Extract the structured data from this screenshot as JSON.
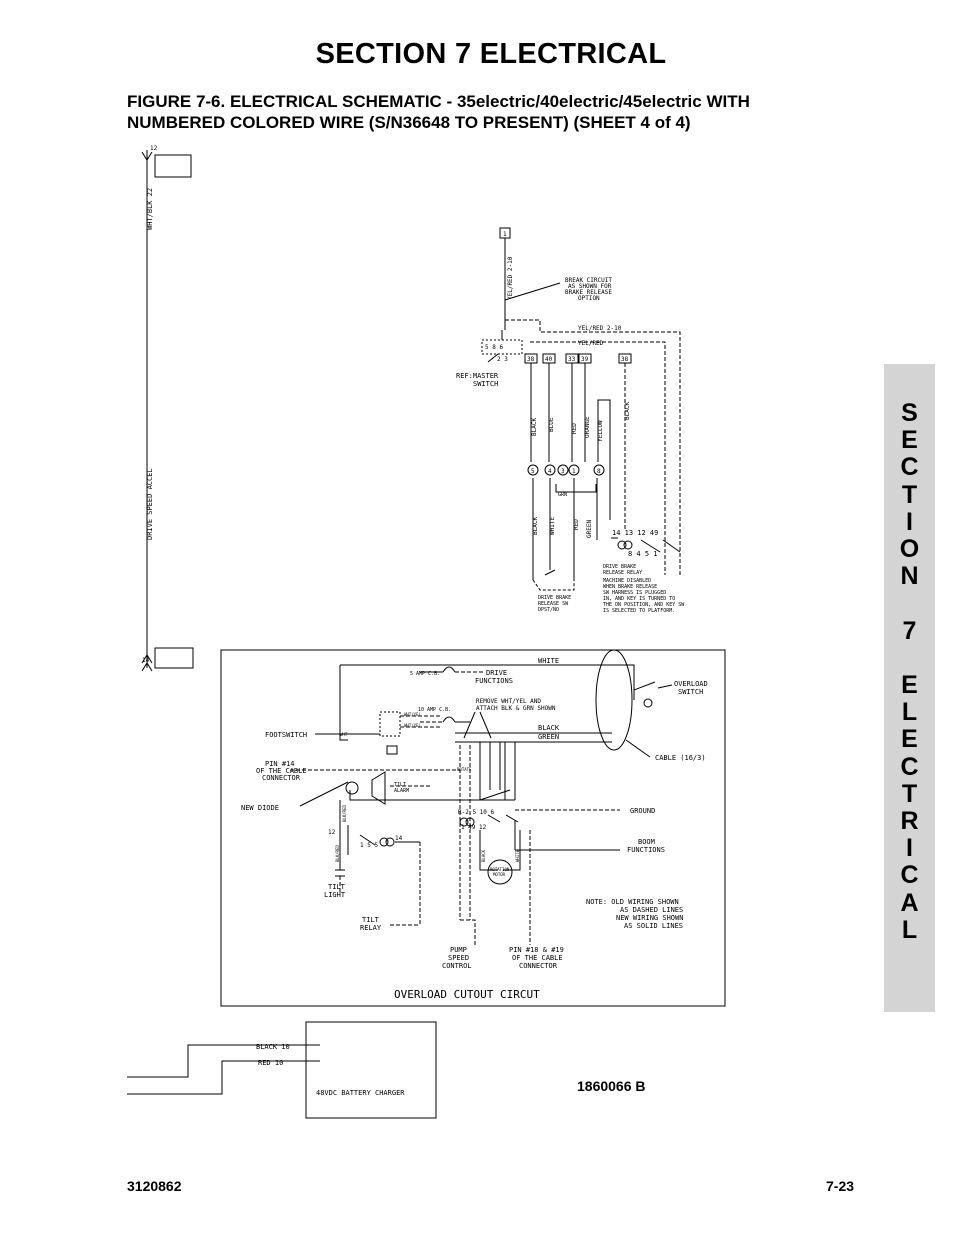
{
  "page": {
    "section_title": "SECTION 7  ELECTRICAL",
    "figure_line1": "FIGURE 7-6.    ELECTRICAL SCHEMATIC - 35electric/40electric/45electric WITH",
    "figure_line2": "NUMBERED COLORED WIRE (S/N36648 TO PRESENT) (SHEET 4 of 4)",
    "tab_letters": [
      "S",
      "E",
      "C",
      "T",
      "I",
      "O",
      "N",
      " ",
      "7",
      " ",
      "E",
      "L",
      "E",
      "C",
      "T",
      "R",
      "I",
      "C",
      "A",
      "L"
    ],
    "drawing_number": "1860066 B",
    "footer_left": "3120862",
    "footer_right": "7-23"
  },
  "schematic": {
    "left_bus": {
      "top_wire": "WHT/BLK 22",
      "top_pin": "12",
      "mid_wire": "DRIVE SPEED ACCEL",
      "bottom_pin": "14"
    },
    "brake": {
      "box": "1",
      "wire": "YEL/RED 2-10",
      "break_note": [
        "BREAK CIRCUIT",
        "AS SHOWN FOR",
        "BRAKE RELEASE",
        "OPTION"
      ],
      "yel_red_210": "YEL/RED 2-10",
      "yel_red": "YEL/RED",
      "terminals": [
        "38",
        "40",
        "33",
        "39",
        "38"
      ],
      "switch_pins_top": "5 8 6",
      "switch_pins_bot": "2 3",
      "ref": [
        "REF:MASTER",
        "SWITCH"
      ],
      "upper_colors": [
        "BLACK",
        "BLUE",
        "RED",
        "ORANGE",
        "YELLOW",
        "BLACK"
      ],
      "connectors": [
        "5",
        "4",
        "3",
        "1",
        "8"
      ],
      "grn": "GRN",
      "lower_colors": [
        "BLACK",
        "WHITE",
        "RED",
        "GREEN"
      ],
      "relay_pins_top": "14  13  12  49",
      "relay_pins_bot": "8  4  5  1",
      "relay_label": [
        "DRIVE BRAKE",
        "RELEASE RELAY"
      ],
      "release_sw": [
        "DRIVE BRAKE",
        "RELEASE SW",
        "DPST/NO"
      ],
      "disabled_note": [
        "MACHINE DISABLED",
        "WHEN BRAKE RELEASE",
        "SW HARNESS IS PLUGGED",
        "IN, AND KEY IS TURNED TO",
        "THE ON POSITION, AND KEY SW",
        "IS SELECTED TO PLATFORM."
      ]
    },
    "overload": {
      "white": "WHITE",
      "cb5": "5 AMP C.B.",
      "drive_functions": [
        "DRIVE",
        "FUNCTIONS"
      ],
      "overload_switch": [
        "OVERLOAD",
        "SWITCH"
      ],
      "cb10": "10 AMP C.B.",
      "remove_note": [
        "REMOVE WHT/YEL AND",
        "ATTACH BLK & GRN SHOWN"
      ],
      "wht_yel": "WHT/YEL",
      "footswitch": "FOOTSWITCH",
      "wht": "WHT",
      "black": "BLACK",
      "green": "GREEN",
      "cable": "CABLE (16/3)",
      "pin14": [
        "PIN #14",
        "OF THE CABLE",
        "CONNECTOR"
      ],
      "rotate": "ROTATE",
      "tilt_alarm": [
        "TILT",
        "ALARM"
      ],
      "new_diode": "NEW DIODE",
      "ground": "GROUND",
      "relay_top": "R-2  5  10  6",
      "relay_bot": "1  49  12",
      "boom_functions": [
        "BOOM",
        "FUNCTIONS"
      ],
      "blk_red": "BLK/RED",
      "pin12": "12",
      "pin14b": "14",
      "contacts": "1  5 5",
      "black_v": "BLACK",
      "white_v": "WHITE",
      "rotation_motor": [
        "ROTATION",
        "MOTOR"
      ],
      "tilt_light": [
        "TILT",
        "LIGHT"
      ],
      "tilt_relay": [
        "TILT",
        "RELAY"
      ],
      "note": [
        "NOTE: OLD WIRING SHOWN",
        "AS DASHED LINES",
        "NEW WIRING SHOWN",
        "AS SOLID LINES"
      ],
      "pump": [
        "PUMP",
        "SPEED",
        "CONTROL"
      ],
      "pin18": [
        "PIN #18 & #19",
        "OF THE CABLE",
        "CONNECTOR"
      ],
      "title": "OVERLOAD CUTOUT CIRCUT"
    },
    "charger": {
      "black10": "BLACK 10",
      "red10": "RED 10",
      "label": "48VDC BATTERY CHARGER"
    }
  }
}
